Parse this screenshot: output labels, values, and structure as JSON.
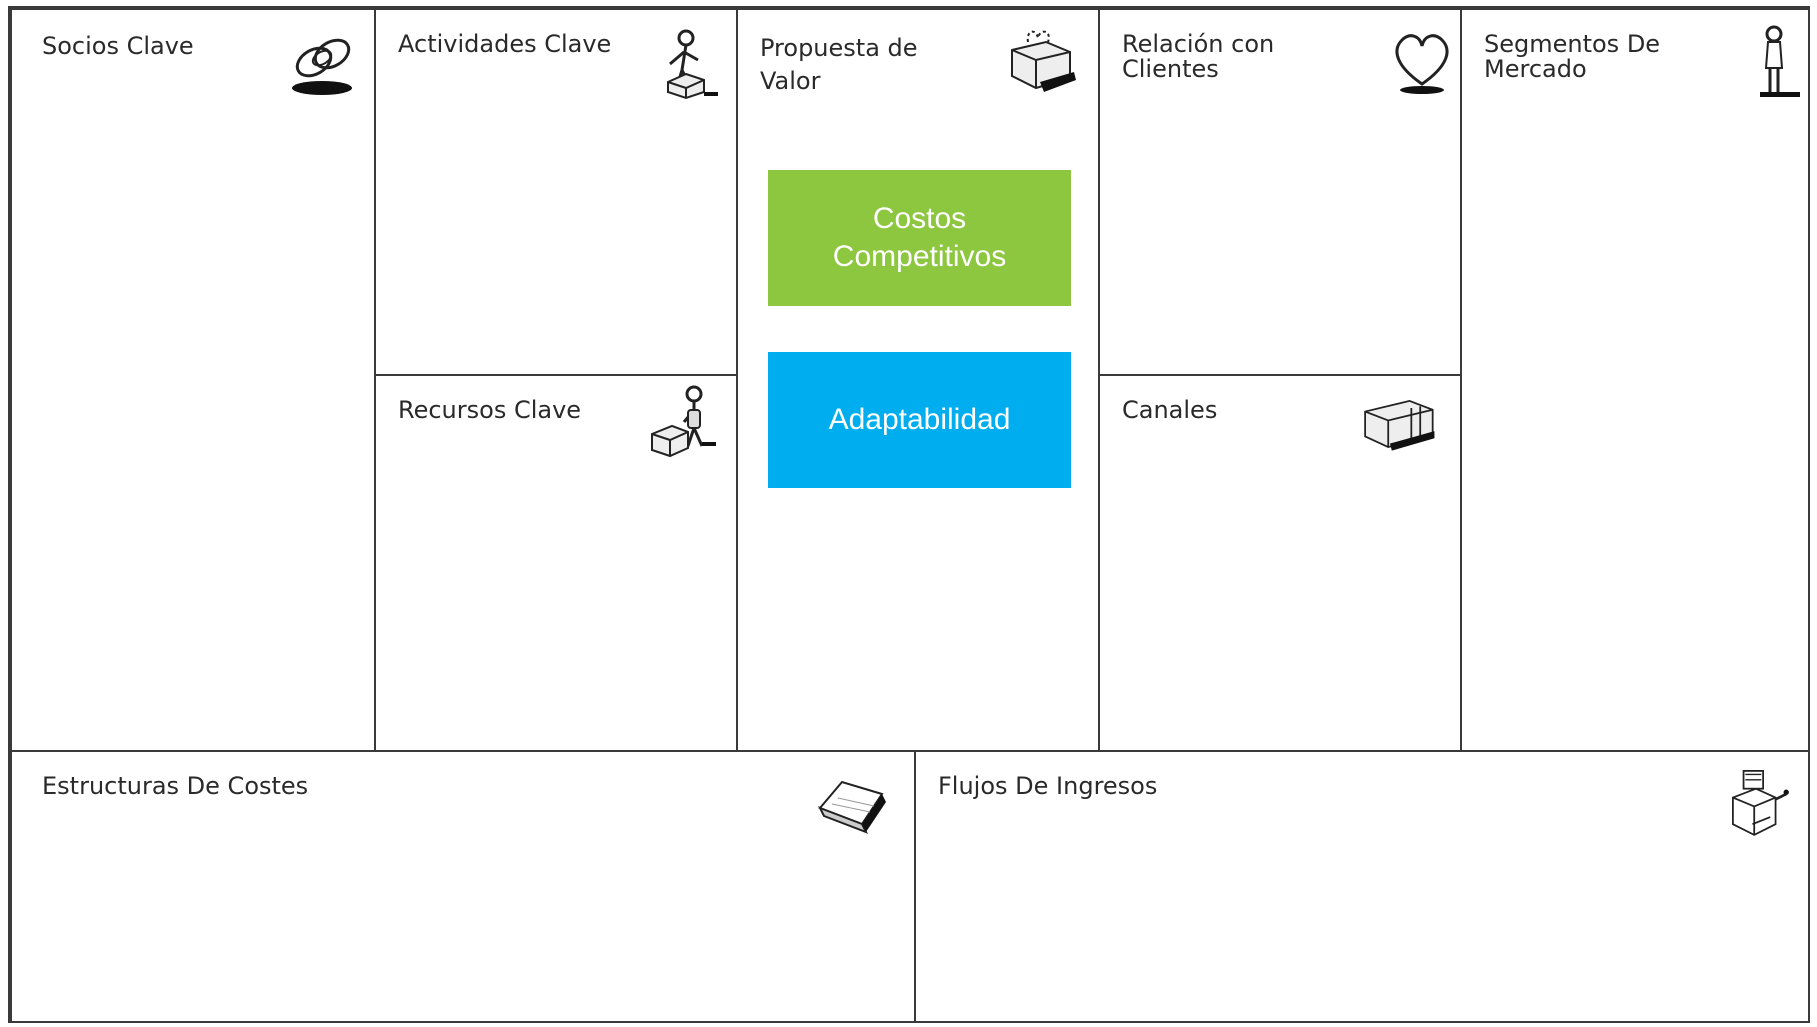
{
  "canvas": {
    "socios": {
      "label": "Socios Clave",
      "icon": "chain-link-icon"
    },
    "actividades": {
      "label": "Actividades Clave",
      "icon": "worker-icon"
    },
    "recursos": {
      "label": "Recursos Clave",
      "icon": "worker-with-box-icon"
    },
    "propuesta": {
      "label": "Propuesta de\nValor",
      "icon": "gift-icon"
    },
    "relacion": {
      "label": "Relación con\nClientes",
      "icon": "heart-icon"
    },
    "canales": {
      "label": "Canales",
      "icon": "truck-icon"
    },
    "segmentos": {
      "label": "Segmentos De\nMercado",
      "icon": "person-icon"
    },
    "costes": {
      "label": "Estructuras De Costes",
      "icon": "price-tag-icon"
    },
    "ingresos": {
      "label": "Flujos De Ingresos",
      "icon": "cash-register-icon"
    }
  },
  "notes": {
    "costos": {
      "text": "Costos\nCompetitivos",
      "color": "#8dc63f"
    },
    "adaptabilidad": {
      "text": "Adaptabilidad",
      "color": "#00aeef"
    }
  }
}
